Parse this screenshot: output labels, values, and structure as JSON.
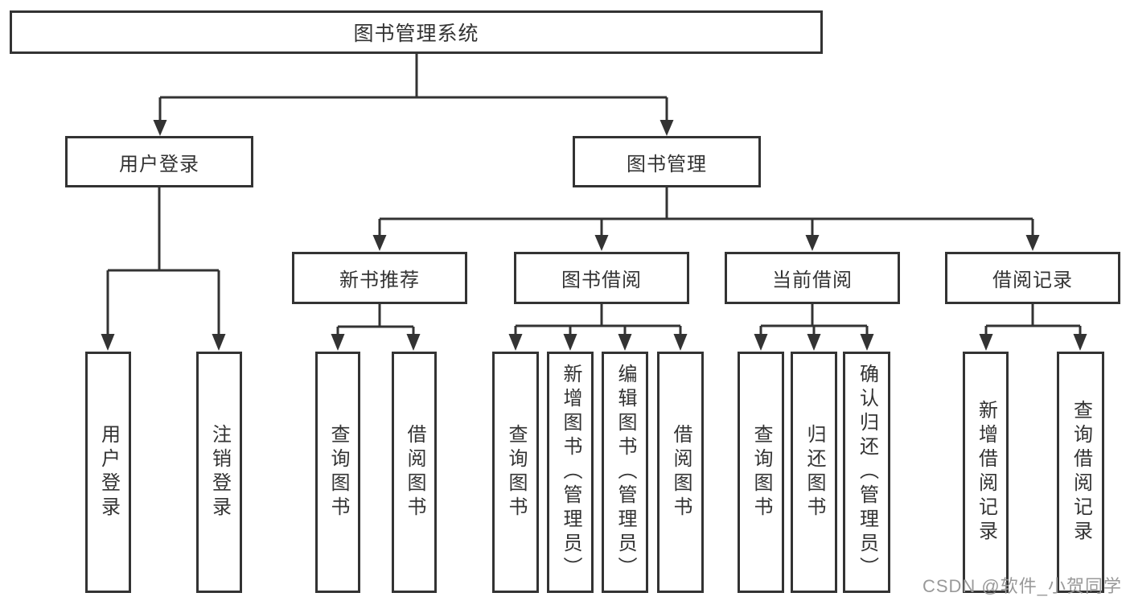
{
  "tree": {
    "label": "图书管理系统",
    "children": [
      {
        "label": "用户登录",
        "children": [
          {
            "label": "用户登录"
          },
          {
            "label": "注销登录"
          }
        ]
      },
      {
        "label": "图书管理",
        "children": [
          {
            "label": "新书推荐",
            "children": [
              {
                "label": "查询图书"
              },
              {
                "label": "借阅图书"
              }
            ]
          },
          {
            "label": "图书借阅",
            "children": [
              {
                "label": "查询图书"
              },
              {
                "label": "新增图书（管理员）"
              },
              {
                "label": "编辑图书（管理员）"
              },
              {
                "label": "借阅图书"
              }
            ]
          },
          {
            "label": "当前借阅",
            "children": [
              {
                "label": "查询图书"
              },
              {
                "label": "归还图书"
              },
              {
                "label": "确认归还（管理员）"
              }
            ]
          },
          {
            "label": "借阅记录",
            "children": [
              {
                "label": "新增借阅记录"
              },
              {
                "label": "查询借阅记录"
              }
            ]
          }
        ]
      }
    ]
  },
  "watermark": {
    "label": "CSDN @软件_小贺同学"
  },
  "colors": {
    "line": "#333333",
    "text": "#333333",
    "box_background": "#ffffff",
    "background": "#ffffff",
    "watermark": "#999999"
  }
}
